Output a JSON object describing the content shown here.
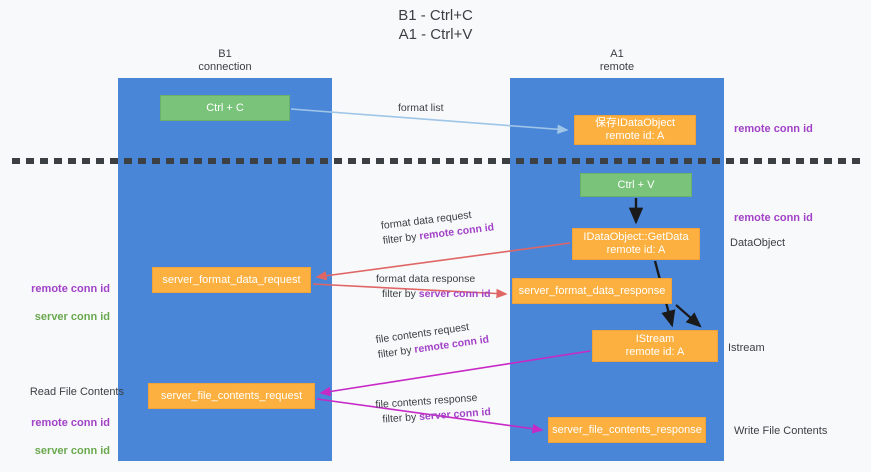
{
  "title": "B1 - Ctrl+C\nA1 - Ctrl+V",
  "columns": [
    {
      "name": "B1",
      "subtitle": "connection",
      "header": "B1\nconnection"
    },
    {
      "name": "A1",
      "subtitle": "remote",
      "header": "A1\nremote"
    }
  ],
  "nodes": {
    "ctrl_c": {
      "label": "Ctrl + C",
      "color": "#7ac37a",
      "lane": "B1"
    },
    "idataobject_save": {
      "label": "保存IDataObject\nremote id: A",
      "color": "#fcb040",
      "lane": "A1"
    },
    "ctrl_v": {
      "label": "Ctrl + V",
      "color": "#7ac37a",
      "lane": "A1"
    },
    "getdata": {
      "label": "IDataObject::GetData\nremote id: A",
      "color": "#fcb040",
      "lane": "A1"
    },
    "server_format_data_request": {
      "label": "server_format_data_request",
      "color": "#fcb040",
      "lane": "B1"
    },
    "server_format_data_response": {
      "label": "server_format_data_response",
      "color": "#fcb040",
      "lane": "A1"
    },
    "istream": {
      "label": "IStream\nremote id: A",
      "color": "#fcb040",
      "lane": "A1"
    },
    "server_file_contents_request": {
      "label": "server_file_contents_request",
      "color": "#fcb040",
      "lane": "B1"
    },
    "server_file_contents_response": {
      "label": "server_file_contents_response",
      "color": "#fcb040",
      "lane": "A1"
    }
  },
  "edges": [
    {
      "name": "format-list",
      "line1": "format list",
      "line2": "",
      "color": "#9fc5e8"
    },
    {
      "name": "format-data-request",
      "line1": "format data request",
      "line2_prefix": "filter by ",
      "line2_hl": "remote conn id",
      "color": "#e06666"
    },
    {
      "name": "format-data-response",
      "line1": "format data response",
      "line2_prefix": "filter by ",
      "line2_hl": "server conn id",
      "color": "#e06666"
    },
    {
      "name": "file-contents-request",
      "line1": "file contents request",
      "line2_prefix": "filter by ",
      "line2_hl": "remote conn id",
      "color": "#c729c7"
    },
    {
      "name": "file-contents-response",
      "line1": "file contents response",
      "line2_prefix": "filter by ",
      "line2_hl": "server conn id",
      "color": "#c729c7"
    }
  ],
  "annotations": {
    "remote_conn_id_top": "remote conn id",
    "remote_conn_id_mid": "remote conn id",
    "dataobject": "DataObject",
    "istream": "Istream",
    "write_file_contents": "Write File Contents",
    "read_file_contents": "Read File Contents",
    "left_remote_conn_id_mid": "remote conn id",
    "left_server_conn_id_mid": "server conn id",
    "left_remote_conn_id_bot": "remote conn id",
    "left_server_conn_id_bot": "server conn id"
  },
  "colors": {
    "lane": "#4a86d8",
    "green_node": "#7ac37a",
    "orange_node": "#fcb040",
    "purple_text": "#a142c8",
    "green_text": "#6aa84f",
    "red_arrow": "#e06666",
    "magenta_arrow": "#c729c7",
    "blue_arrow": "#9fc5e8",
    "divider": "#3c4043",
    "background": "#f8f9fa"
  }
}
